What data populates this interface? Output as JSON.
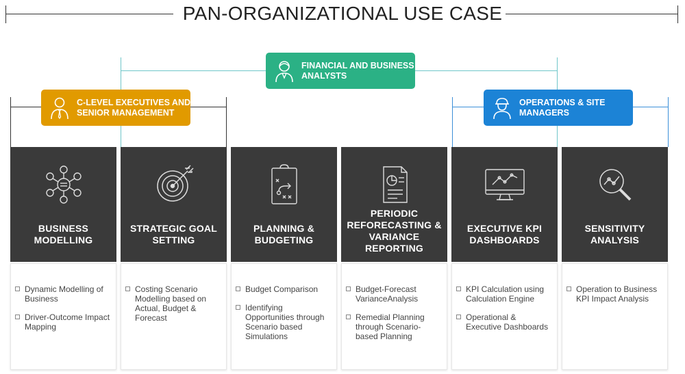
{
  "title": "PAN-ORGANIZATIONAL USE CASE",
  "roles": {
    "financial": {
      "label": "FINANCIAL AND BUSINESS ANALYSTS",
      "color": "#2bb185",
      "icon": "analyst-icon"
    },
    "executives": {
      "label": "C-LEVEL EXECUTIVES AND SENIOR MANAGEMENT",
      "color": "#e19a00",
      "icon": "executive-icon"
    },
    "operations": {
      "label": "OPERATIONS & SITE MANAGERS",
      "color": "#1c83d6",
      "icon": "worker-helmet-icon"
    }
  },
  "cards": [
    {
      "title": "BUSINESS MODELLING",
      "icon": "network-icon",
      "items": [
        "Dynamic Modelling of Business",
        "Driver-Outcome Impact Mapping"
      ]
    },
    {
      "title": "STRATEGIC GOAL SETTING",
      "icon": "target-icon",
      "items": [
        "Costing Scenario Modelling based on Actual, Budget & Forecast"
      ]
    },
    {
      "title": "PLANNING & BUDGETING",
      "icon": "clipboard-strategy-icon",
      "items": [
        "Budget Comparison",
        "Identifying Opportunities through Scenario based Simulations"
      ]
    },
    {
      "title": "PERIODIC REFORECASTING & VARIANCE REPORTING",
      "icon": "report-chart-icon",
      "items": [
        "Budget-Forecast VarianceAnalysis",
        "Remedial Planning through Scenario-based Planning"
      ]
    },
    {
      "title": "EXECUTIVE KPI DASHBOARDS",
      "icon": "monitor-chart-icon",
      "items": [
        "KPI Calculation using Calculation Engine",
        "Operational & Executive Dashboards"
      ]
    },
    {
      "title": "SENSITIVITY ANALYSIS",
      "icon": "magnifier-chart-icon",
      "items": [
        "Operation to Business KPI Impact Analysis"
      ]
    }
  ]
}
